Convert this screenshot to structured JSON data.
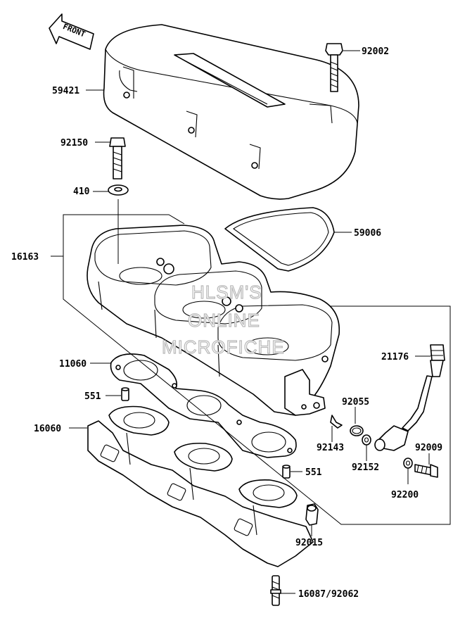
{
  "front_arrow": {
    "label": "FRONT",
    "icon": "front-arrow-icon"
  },
  "parts": {
    "p92002": "92002",
    "p59421": "59421",
    "p92150": "92150",
    "p410": "410",
    "p59006": "59006",
    "p16163": "16163",
    "p11060": "11060",
    "p21176": "21176",
    "p551a": "551",
    "p92055": "92055",
    "p16060": "16060",
    "p92143": "92143",
    "p92009": "92009",
    "p92152": "92152",
    "p551b": "551",
    "p92200": "92200",
    "p92015": "92015",
    "p16087": "16087/92062"
  },
  "watermark": {
    "line1": "HLSM'S",
    "line2": "ONLINE",
    "line3": "MICROFICHE"
  }
}
